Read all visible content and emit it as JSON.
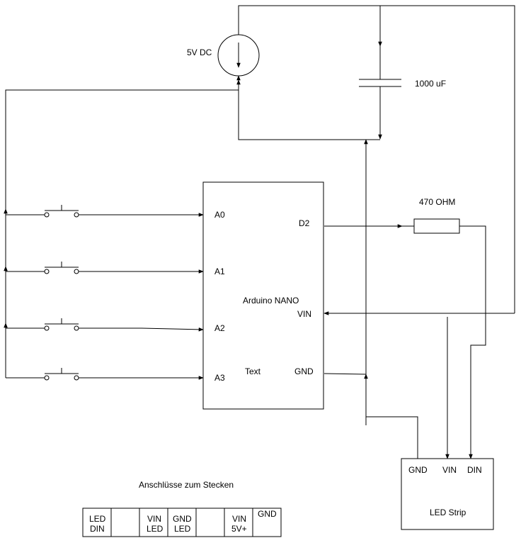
{
  "source": {
    "label": "5V DC"
  },
  "capacitor": {
    "label": "1000 uF"
  },
  "resistor": {
    "label": "470 OHM"
  },
  "arduino": {
    "title": "Arduino NANO",
    "text": "Text",
    "pins": {
      "a0": "A0",
      "a1": "A1",
      "a2": "A2",
      "a3": "A3",
      "d2": "D2",
      "vin": "VIN",
      "gnd": "GND"
    }
  },
  "strip": {
    "title": "LED Strip",
    "pins": {
      "gnd": "GND",
      "vin": "VIN",
      "din": "DIN"
    }
  },
  "connectors": {
    "title": "Anschlüsse zum Stecken",
    "cells": [
      {
        "line1": "LED",
        "line2": "DIN"
      },
      {
        "line1": "",
        "line2": ""
      },
      {
        "line1": "VIN",
        "line2": "LED"
      },
      {
        "line1": "GND",
        "line2": "LED"
      },
      {
        "line1": "",
        "line2": ""
      },
      {
        "line1": "VIN",
        "line2": "5V+"
      },
      {
        "line1": "GND",
        "line2": ""
      }
    ]
  }
}
